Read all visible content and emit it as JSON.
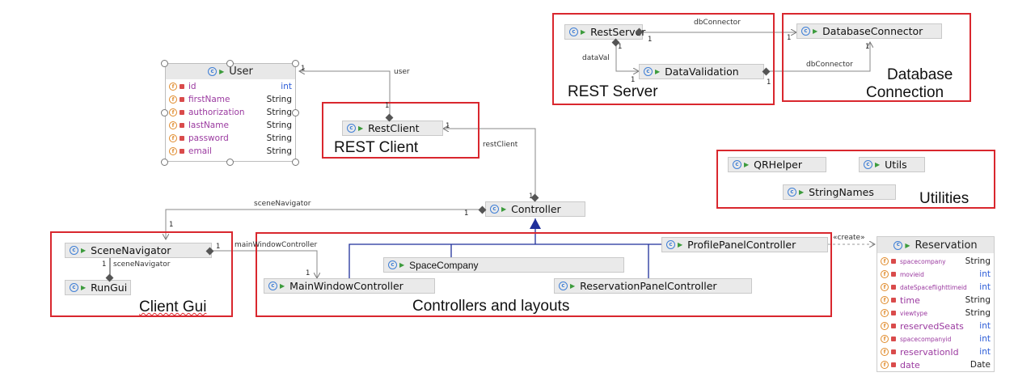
{
  "groups": {
    "rest_server": "REST Server",
    "database_connection_line1": "Database",
    "database_connection_line2": "Connection",
    "rest_client": "REST Client",
    "utilities": "Utilities",
    "client_gui": "Client Gui",
    "controllers_layouts": "Controllers and layouts"
  },
  "classes": {
    "rest_server": "RestServer",
    "database_connector": "DatabaseConnector",
    "data_validation": "DataValidation",
    "rest_client": "RestClient",
    "qr_helper": "QRHelper",
    "utils": "Utils",
    "string_names": "StringNames",
    "controller": "Controller",
    "scene_navigator": "SceneNavigator",
    "run_gui": "RunGui",
    "space_company": "SpaceCompany",
    "main_window_controller": "MainWindowController",
    "reservation_panel_controller": "ReservationPanelController",
    "profile_panel_controller": "ProfilePanelController"
  },
  "user_class": {
    "name": "User",
    "fields": [
      {
        "name": "id",
        "type": "int"
      },
      {
        "name": "firstName",
        "type": "String"
      },
      {
        "name": "authorization",
        "type": "String"
      },
      {
        "name": "lastName",
        "type": "String"
      },
      {
        "name": "password",
        "type": "String"
      },
      {
        "name": "email",
        "type": "String"
      }
    ]
  },
  "reservation_class": {
    "name": "Reservation",
    "fields": [
      {
        "name": "spacecompany",
        "type": "String"
      },
      {
        "name": "movieid",
        "type": "int"
      },
      {
        "name": "dateSpaceflighttimeid",
        "type": "int"
      },
      {
        "name": "time",
        "type": "String"
      },
      {
        "name": "viewtype",
        "type": "String"
      },
      {
        "name": "reservedSeats",
        "type": "int"
      },
      {
        "name": "spacecompanyid",
        "type": "int"
      },
      {
        "name": "reservationId",
        "type": "int"
      },
      {
        "name": "date",
        "type": "Date"
      }
    ]
  },
  "edge_labels": {
    "db_connector_top": "dbConnector",
    "data_val": "dataVal",
    "db_connector_bottom": "dbConnector",
    "user": "user",
    "rest_client": "restClient",
    "scene_navigator_top": "sceneNavigator",
    "main_window_controller": "mainWindowController",
    "scene_navigator_self": "sceneNavigator",
    "create": "«create»"
  },
  "multiplicity": "1",
  "colors": {
    "group_border": "#d9272e",
    "class_icon": "#3f7fd6",
    "field_icon": "#e08a2a",
    "field_name": "#9b3aa0",
    "int_type": "#2a5bd7",
    "inheritance": "#1f2f9a"
  }
}
